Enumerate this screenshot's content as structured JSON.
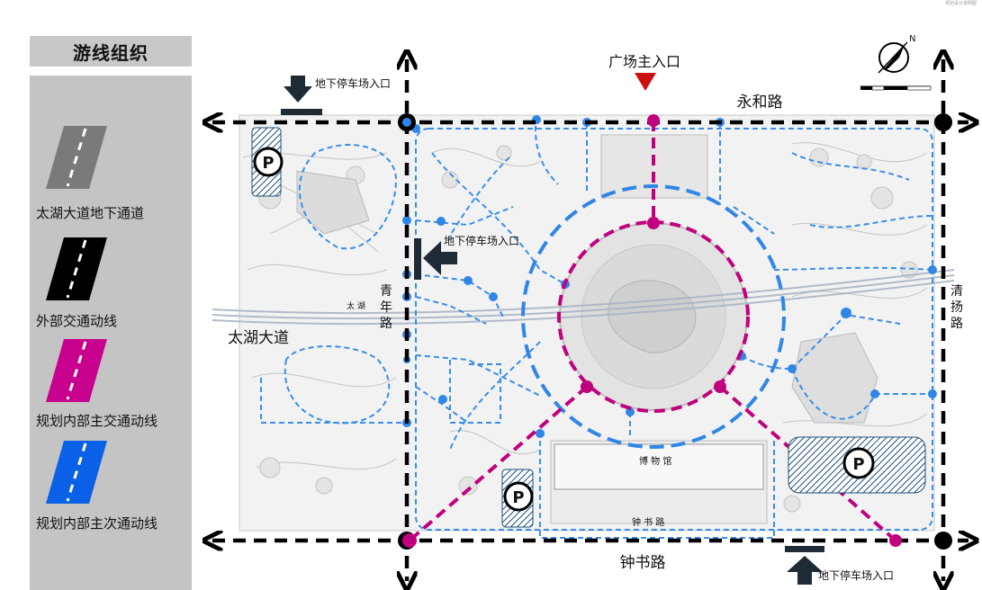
{
  "legend": {
    "title": "游线组织",
    "items": [
      {
        "label": "太湖大道地下通道",
        "color": "#7a7a7a",
        "icon": "road-gray-icon"
      },
      {
        "label": "外部交通动线",
        "color": "#000000",
        "icon": "road-black-icon"
      },
      {
        "label": "规划内部主交通动线",
        "color": "#c8008e",
        "icon": "road-magenta-icon"
      },
      {
        "label": "规划内部主次通动线",
        "color": "#0a60e6",
        "icon": "road-blue-icon"
      }
    ]
  },
  "plan": {
    "main_entrance": "广场主入口",
    "roads": {
      "north": "永和路",
      "south": "钟书路",
      "west_avenue": "太湖大道",
      "west_road": [
        "青",
        "年",
        "路"
      ],
      "east_road": [
        "清",
        "扬",
        "路"
      ]
    },
    "parking_entrances": [
      "地下停车场入口",
      "地下停车场入口",
      "地下停车场入口"
    ],
    "parking_symbol": "P",
    "museum": "博 物 馆",
    "inner_street": "钟 书 路",
    "avenue_inner": "太 湖",
    "corner_note": "规划设计说明图"
  },
  "colors": {
    "external": "#000000",
    "main_route": "#c0007e",
    "secondary_route": "#3a8ee8",
    "node_blue": "#2f86e6",
    "entrance_red": "#cc1010",
    "parking_hatch": "#1b4f7a"
  }
}
